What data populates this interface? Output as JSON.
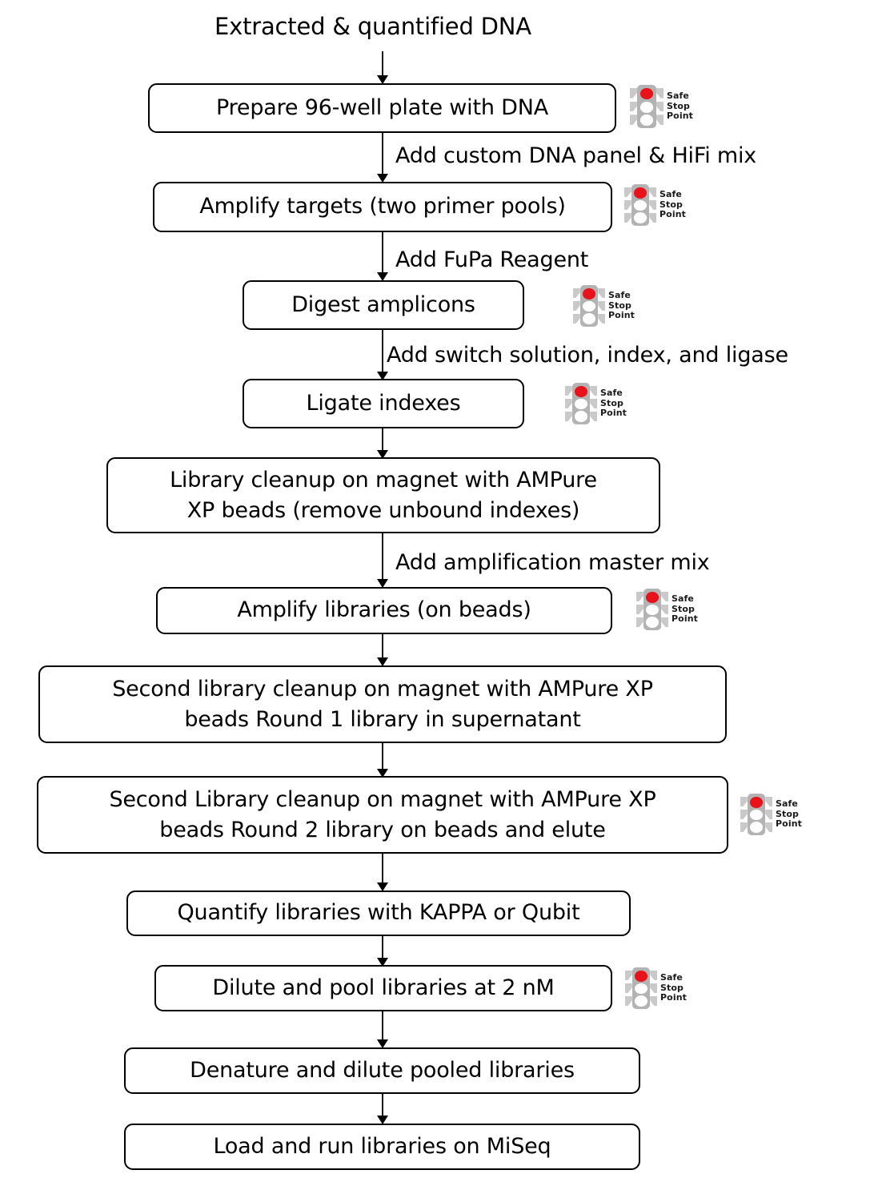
{
  "diagram": {
    "title": "Extracted & quantified DNA",
    "safe_stop_label": {
      "line1": "Safe",
      "line2": "Stop",
      "line3": "Point"
    },
    "colors": {
      "lamp_red": "#e8121a",
      "housing_gray": "#b3b3b3",
      "wing_gray": "#c9c9c9",
      "stroke": "#000000",
      "background": "#ffffff"
    },
    "nodes": [
      {
        "id": "n1",
        "text": "Prepare 96-well plate with DNA",
        "safe_stop": true
      },
      {
        "id": "n2",
        "text": "Amplify targets (two primer pools)",
        "safe_stop": true
      },
      {
        "id": "n3",
        "text": "Digest amplicons",
        "safe_stop": true
      },
      {
        "id": "n4",
        "text": "Ligate indexes",
        "safe_stop": true
      },
      {
        "id": "n5",
        "line1": "Library cleanup on magnet with AMPure",
        "line2": "XP beads (remove unbound indexes)",
        "safe_stop": false
      },
      {
        "id": "n6",
        "text": "Amplify libraries (on beads)",
        "safe_stop": true
      },
      {
        "id": "n7",
        "line1": "Second library cleanup on magnet with AMPure XP",
        "line2": "beads Round 1 library in supernatant",
        "safe_stop": false
      },
      {
        "id": "n8",
        "line1": "Second Library cleanup on magnet with AMPure XP",
        "line2": "beads Round 2 library on beads and elute",
        "safe_stop": true
      },
      {
        "id": "n9",
        "text": "Quantify libraries with KAPPA or Qubit",
        "safe_stop": false
      },
      {
        "id": "n10",
        "text": "Dilute and pool libraries at 2 nM",
        "safe_stop": true
      },
      {
        "id": "n11",
        "text": "Denature and dilute pooled libraries",
        "safe_stop": false
      },
      {
        "id": "n12",
        "text": "Load and run libraries on MiSeq",
        "safe_stop": false
      }
    ],
    "edge_labels": [
      {
        "id": "e1",
        "text": "Add custom DNA panel & HiFi mix"
      },
      {
        "id": "e2",
        "text": "Add FuPa Reagent"
      },
      {
        "id": "e3",
        "text": "Add switch solution, index, and ligase"
      },
      {
        "id": "e4",
        "text": "Add amplification master mix"
      }
    ]
  }
}
